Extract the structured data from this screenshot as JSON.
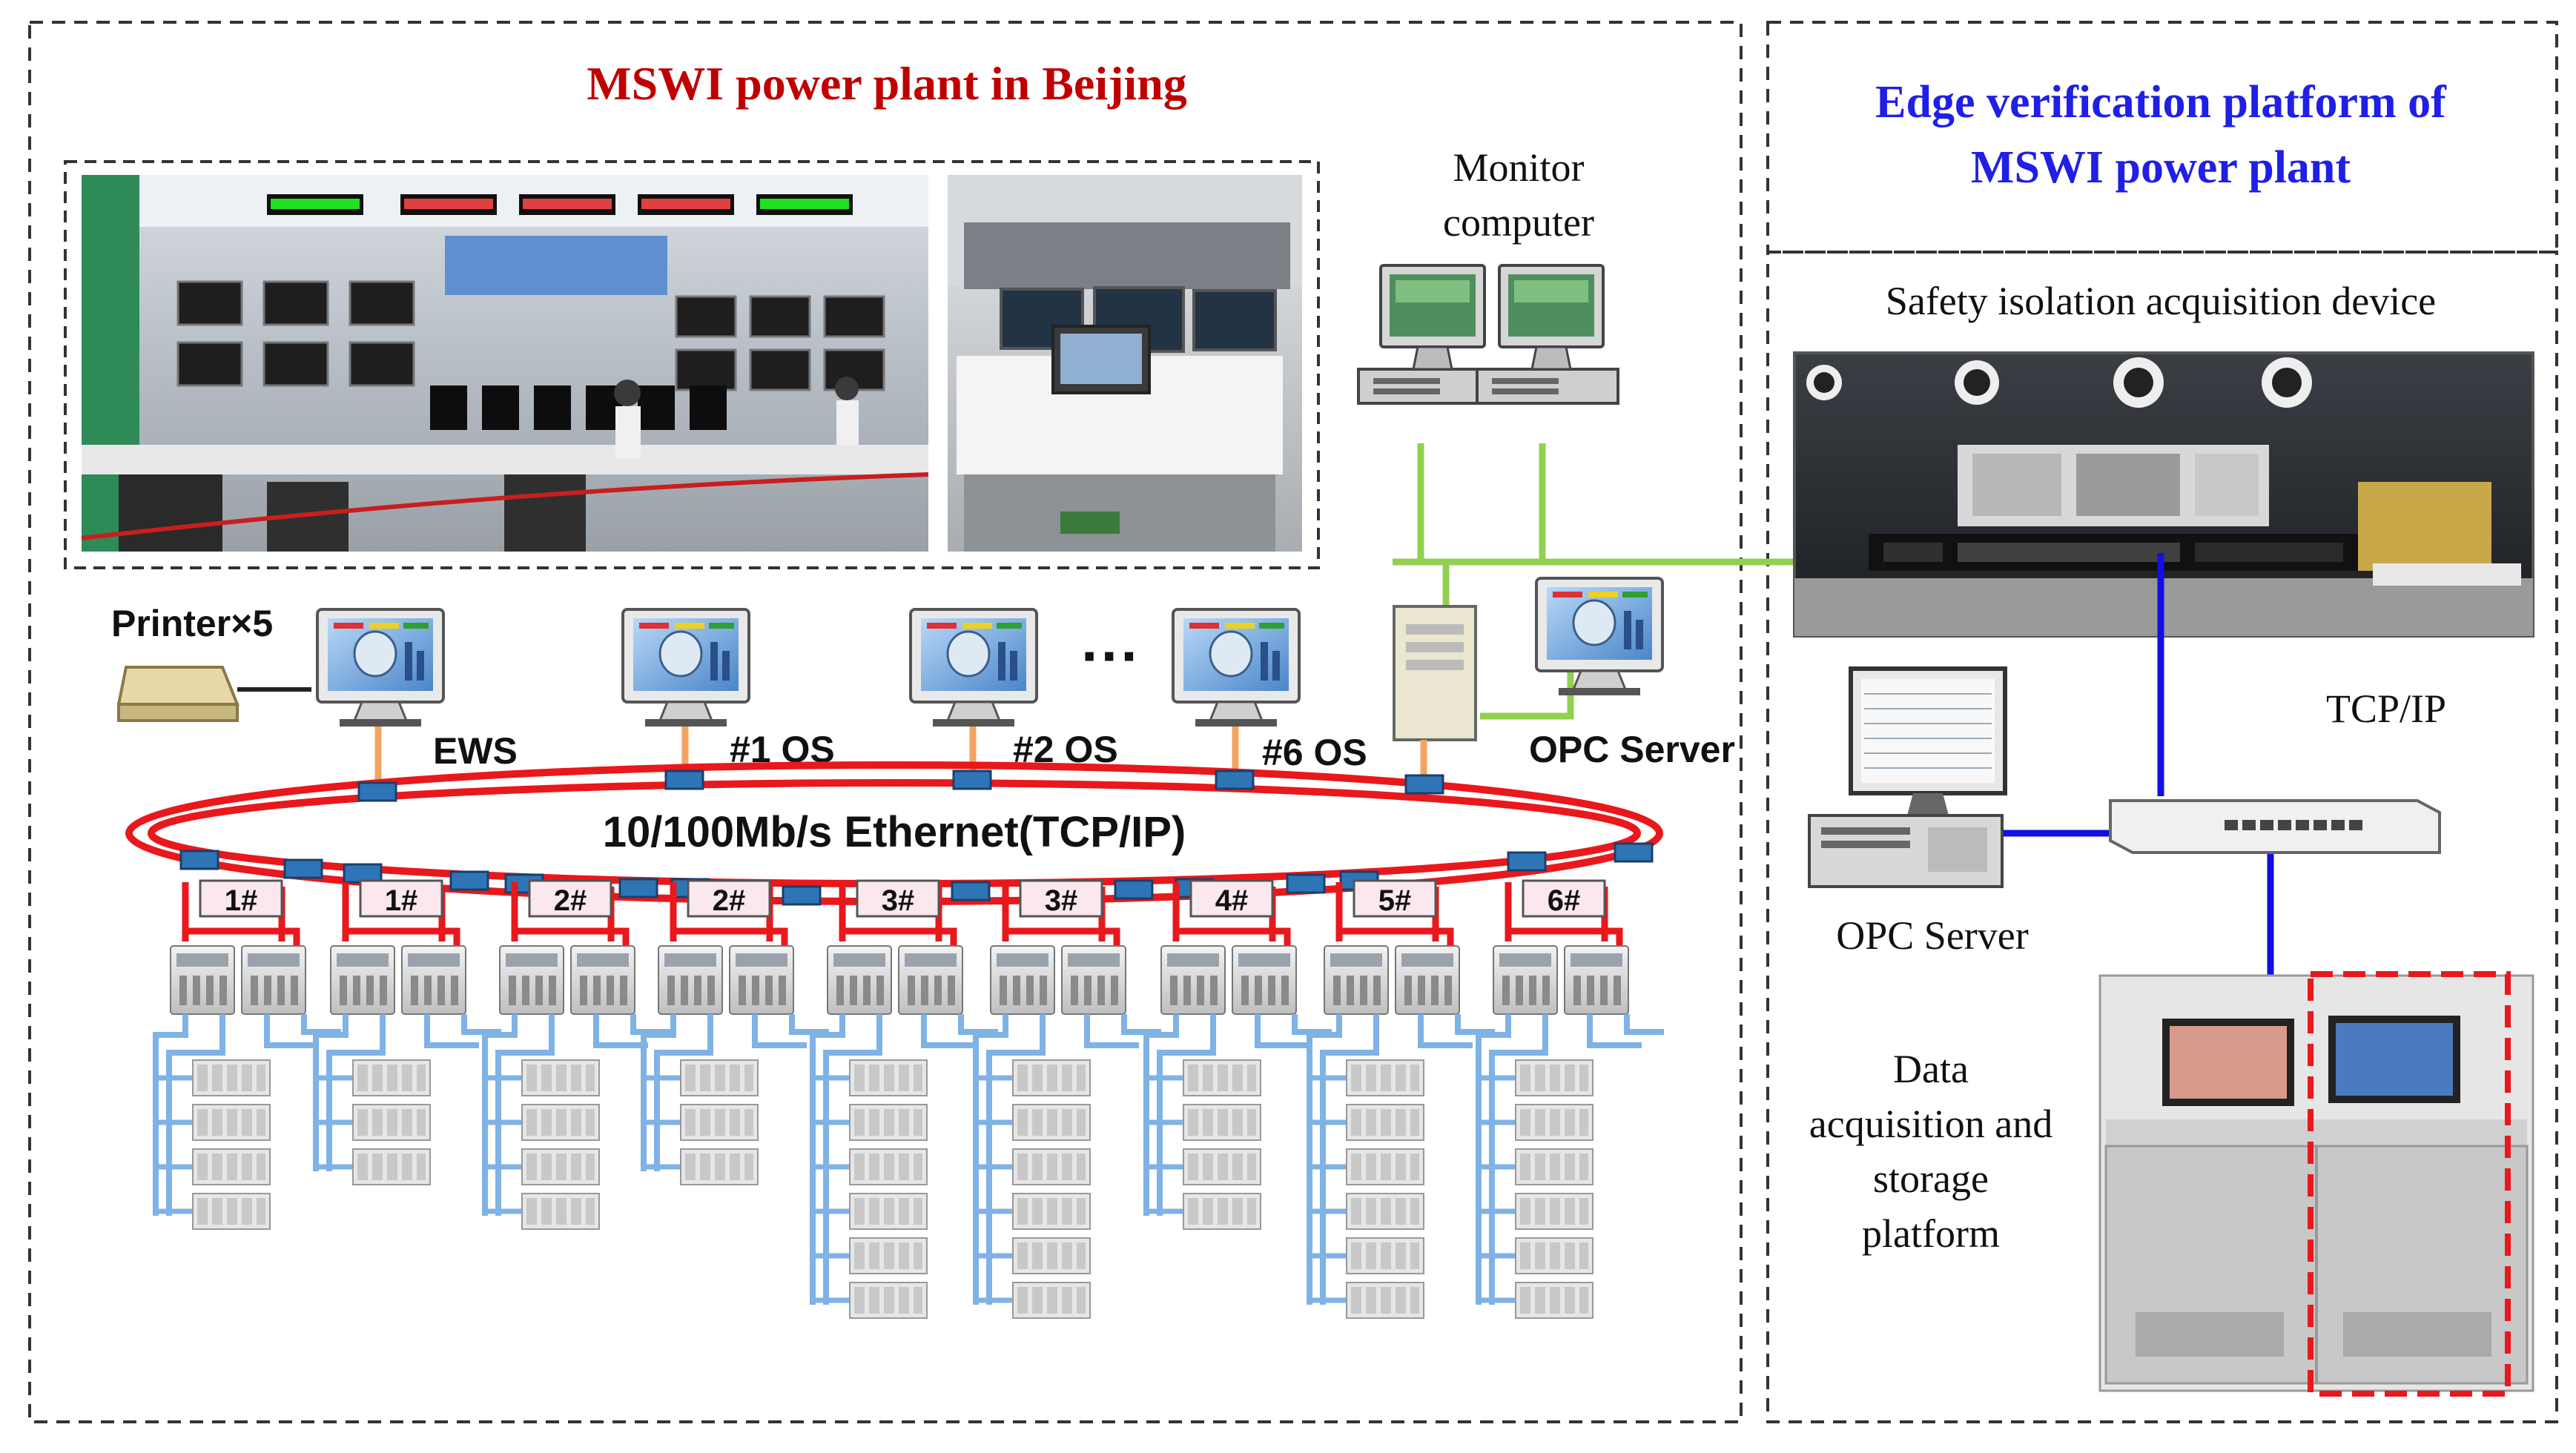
{
  "plant": {
    "title": "MSWI power plant in Beijing",
    "printer_label": "Printer×5",
    "ews_label": "EWS",
    "os1_label": "#1 OS",
    "os2_label": "#2 OS",
    "os6_label": "#6 OS",
    "dots": "···",
    "opc_server_label": "OPC Server",
    "monitor_label_1": "Monitor",
    "monitor_label_2": "computer",
    "ethernet_label": "10/100Mb/s Ethernet(TCP/IP)",
    "units": [
      "1#",
      "1#",
      "2#",
      "2#",
      "3#",
      "3#",
      "4#",
      "5#",
      "6#"
    ]
  },
  "edge": {
    "title_1": "Edge verification platform of",
    "title_2": "MSWI power plant",
    "safety_label": "Safety isolation acquisition device",
    "tcp_label": "TCP/IP",
    "opc_server_label": "OPC Server",
    "data_label_1": "Data",
    "data_label_2": "acquisition and",
    "data_label_3": "storage",
    "data_label_4": "platform"
  },
  "colors": {
    "ring": "#e8181c",
    "plant_title": "#c00000",
    "edge_title": "#1f1fe6",
    "green_link": "#92d050",
    "orange_link": "#f4a460",
    "blue_link": "#1010e0",
    "field_cable": "#7fb2e5",
    "connector": "#2e75b6"
  }
}
